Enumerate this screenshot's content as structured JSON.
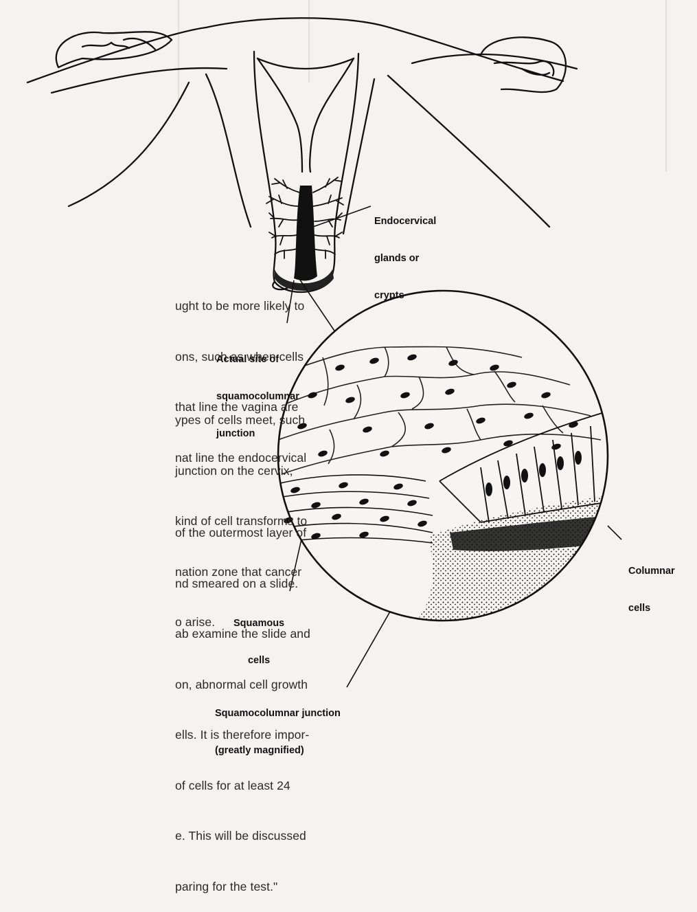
{
  "body_text": {
    "paragraph_1": [
      "ught to be more likely to",
      "ons, such as when cells",
      "that line the vagina are",
      "nat line the endocervical"
    ],
    "paragraph_2": [
      "ypes of cells meet, such",
      "junction on the cervix,",
      "kind of cell transforms to",
      "nation zone that cancer",
      "o arise."
    ],
    "paragraph_3": [
      "of the outermost layer of",
      "nd smeared on a slide.",
      "ab examine the slide and",
      "on, abnormal cell growth",
      "ells. It is therefore impor-",
      "of cells for at least 24",
      "e. This will be discussed",
      "paring for the test.\""
    ]
  },
  "labels": {
    "endocervical": [
      "Endocervical",
      "glands or",
      "crypts"
    ],
    "actual_site": [
      "Actual site of",
      "squamocolumnar",
      "junction"
    ],
    "columnar": [
      "Columnar",
      "cells"
    ],
    "squamous": [
      "Squamous",
      "cells"
    ],
    "junction_magnified": [
      "Squamocolumnar junction",
      "(greatly magnified)"
    ]
  }
}
